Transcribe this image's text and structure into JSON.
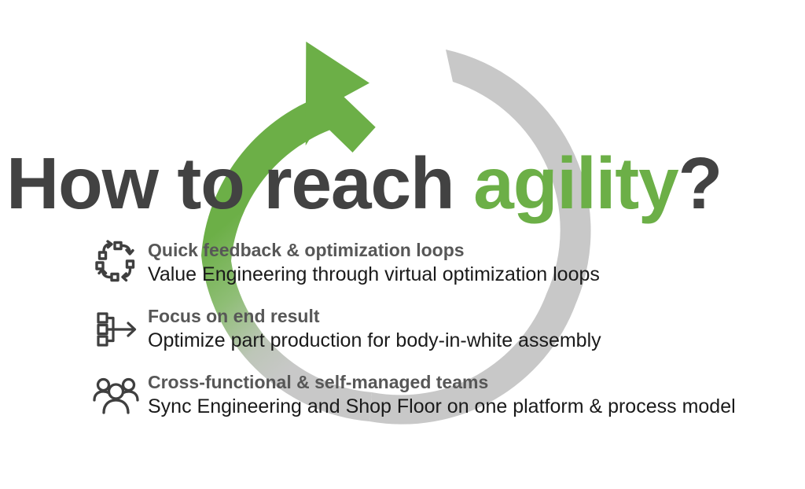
{
  "slide": {
    "background_color": "#ffffff",
    "title": {
      "part1": "How to reach ",
      "accent": "agility",
      "suffix": "?",
      "text_color": "#424242",
      "accent_color": "#6CAF47"
    },
    "graphic": {
      "name": "circular-cycle-arrow",
      "arrow_color_start": "#6CAF47",
      "arrow_color_end": "#C8C8C8",
      "description": "Open circular arrow looping clockwise, green fading to gray"
    },
    "bullets": [
      {
        "icon": "loop-cycle-icon",
        "heading": "Quick feedback & optimization loops",
        "subtext": "Value Engineering through virtual optimization loops"
      },
      {
        "icon": "converge-arrow-icon",
        "heading": "Focus on end result",
        "subtext": "Optimize part production for body-in-white assembly"
      },
      {
        "icon": "team-group-icon",
        "heading": "Cross-functional & self-managed teams",
        "subtext": "Sync Engineering and Shop Floor on one platform & process model"
      }
    ]
  }
}
